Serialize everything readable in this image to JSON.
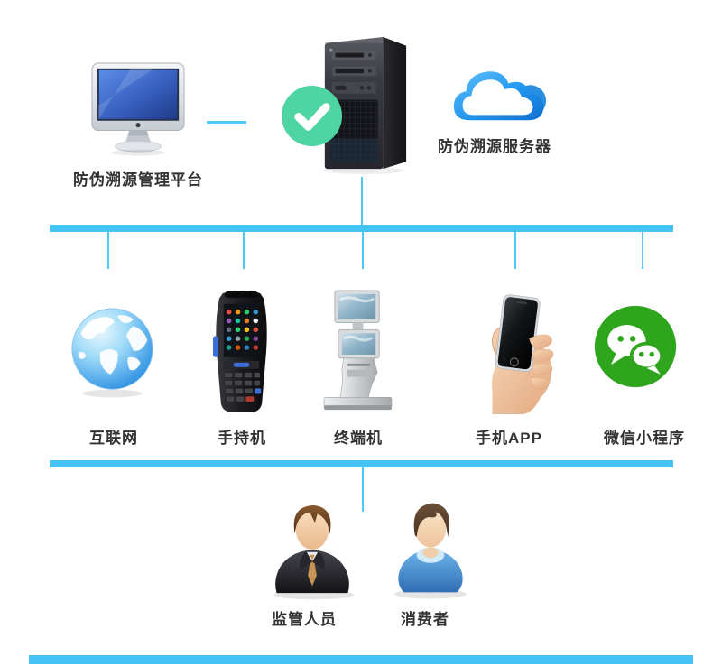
{
  "diagram": {
    "top_row": {
      "platform_label": "防伪溯源管理平台",
      "server_label": "防伪溯源服务器"
    },
    "middle_row": {
      "items": [
        {
          "label": "互联网",
          "icon": "globe-icon"
        },
        {
          "label": "手持机",
          "icon": "handheld-scanner-icon"
        },
        {
          "label": "终端机",
          "icon": "kiosk-terminal-icon"
        },
        {
          "label": "手机APP",
          "icon": "phone-in-hand-icon"
        },
        {
          "label": "微信小程序",
          "icon": "wechat-icon"
        }
      ]
    },
    "bottom_row": {
      "items": [
        {
          "label": "监管人员",
          "icon": "supervisor-icon"
        },
        {
          "label": "消费者",
          "icon": "consumer-icon"
        }
      ]
    },
    "icons": {
      "platform": "desktop-monitor-icon",
      "server": "server-tower-icon",
      "status": "check-circle-icon",
      "cloud": "cloud-icon"
    },
    "colors": {
      "bus_bar": "#45c3f5",
      "connector": "#4ec9f5",
      "check_green": "#4fd5a3",
      "wechat_green": "#2fa51e",
      "label_text": "#333333",
      "background": "#ffffff"
    }
  }
}
